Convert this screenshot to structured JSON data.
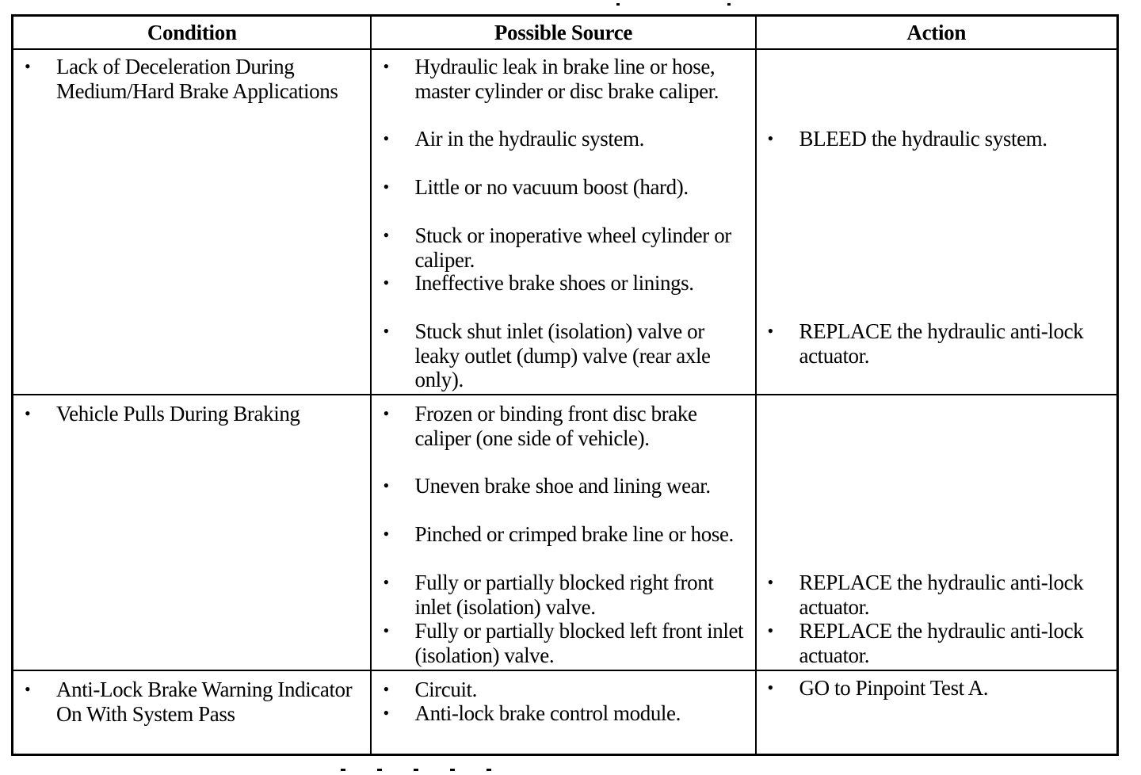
{
  "table": {
    "headers": {
      "condition": "Condition",
      "source": "Possible Source",
      "action": "Action"
    },
    "bullet_glyph": "•",
    "rows": [
      {
        "condition": "Lack of Deceleration During Medium/Hard Brake Applications",
        "sources": [
          "Hydraulic leak in brake line or hose, master cylinder or disc brake caliper.",
          "Air in the hydraulic system.",
          "Little or no vacuum boost (hard).",
          "Stuck or inoperative wheel cylinder or caliper.",
          "Ineffective brake shoes or linings.",
          "Stuck shut inlet (isolation) valve or leaky outlet (dump) valve (rear axle only)."
        ],
        "actions": [
          "BLEED the hydraulic system.",
          "REPLACE the hydraulic anti-lock actuator."
        ]
      },
      {
        "condition": "Vehicle Pulls During Braking",
        "sources": [
          "Frozen or binding front disc brake caliper (one side of vehicle).",
          "Uneven brake shoe and lining wear.",
          "Pinched or crimped brake line or hose.",
          "Fully or partially blocked right front inlet (isolation) valve.",
          "Fully or partially blocked left front inlet (isolation) valve."
        ],
        "actions": [
          "REPLACE the hydraulic anti-lock actuator.",
          "REPLACE the hydraulic anti-lock actuator."
        ]
      },
      {
        "condition": "Anti-Lock Brake Warning Indicator On With System Pass",
        "sources": [
          "Circuit.",
          "Anti-lock brake control module."
        ],
        "actions": [
          "GO to Pinpoint Test A."
        ]
      }
    ]
  }
}
